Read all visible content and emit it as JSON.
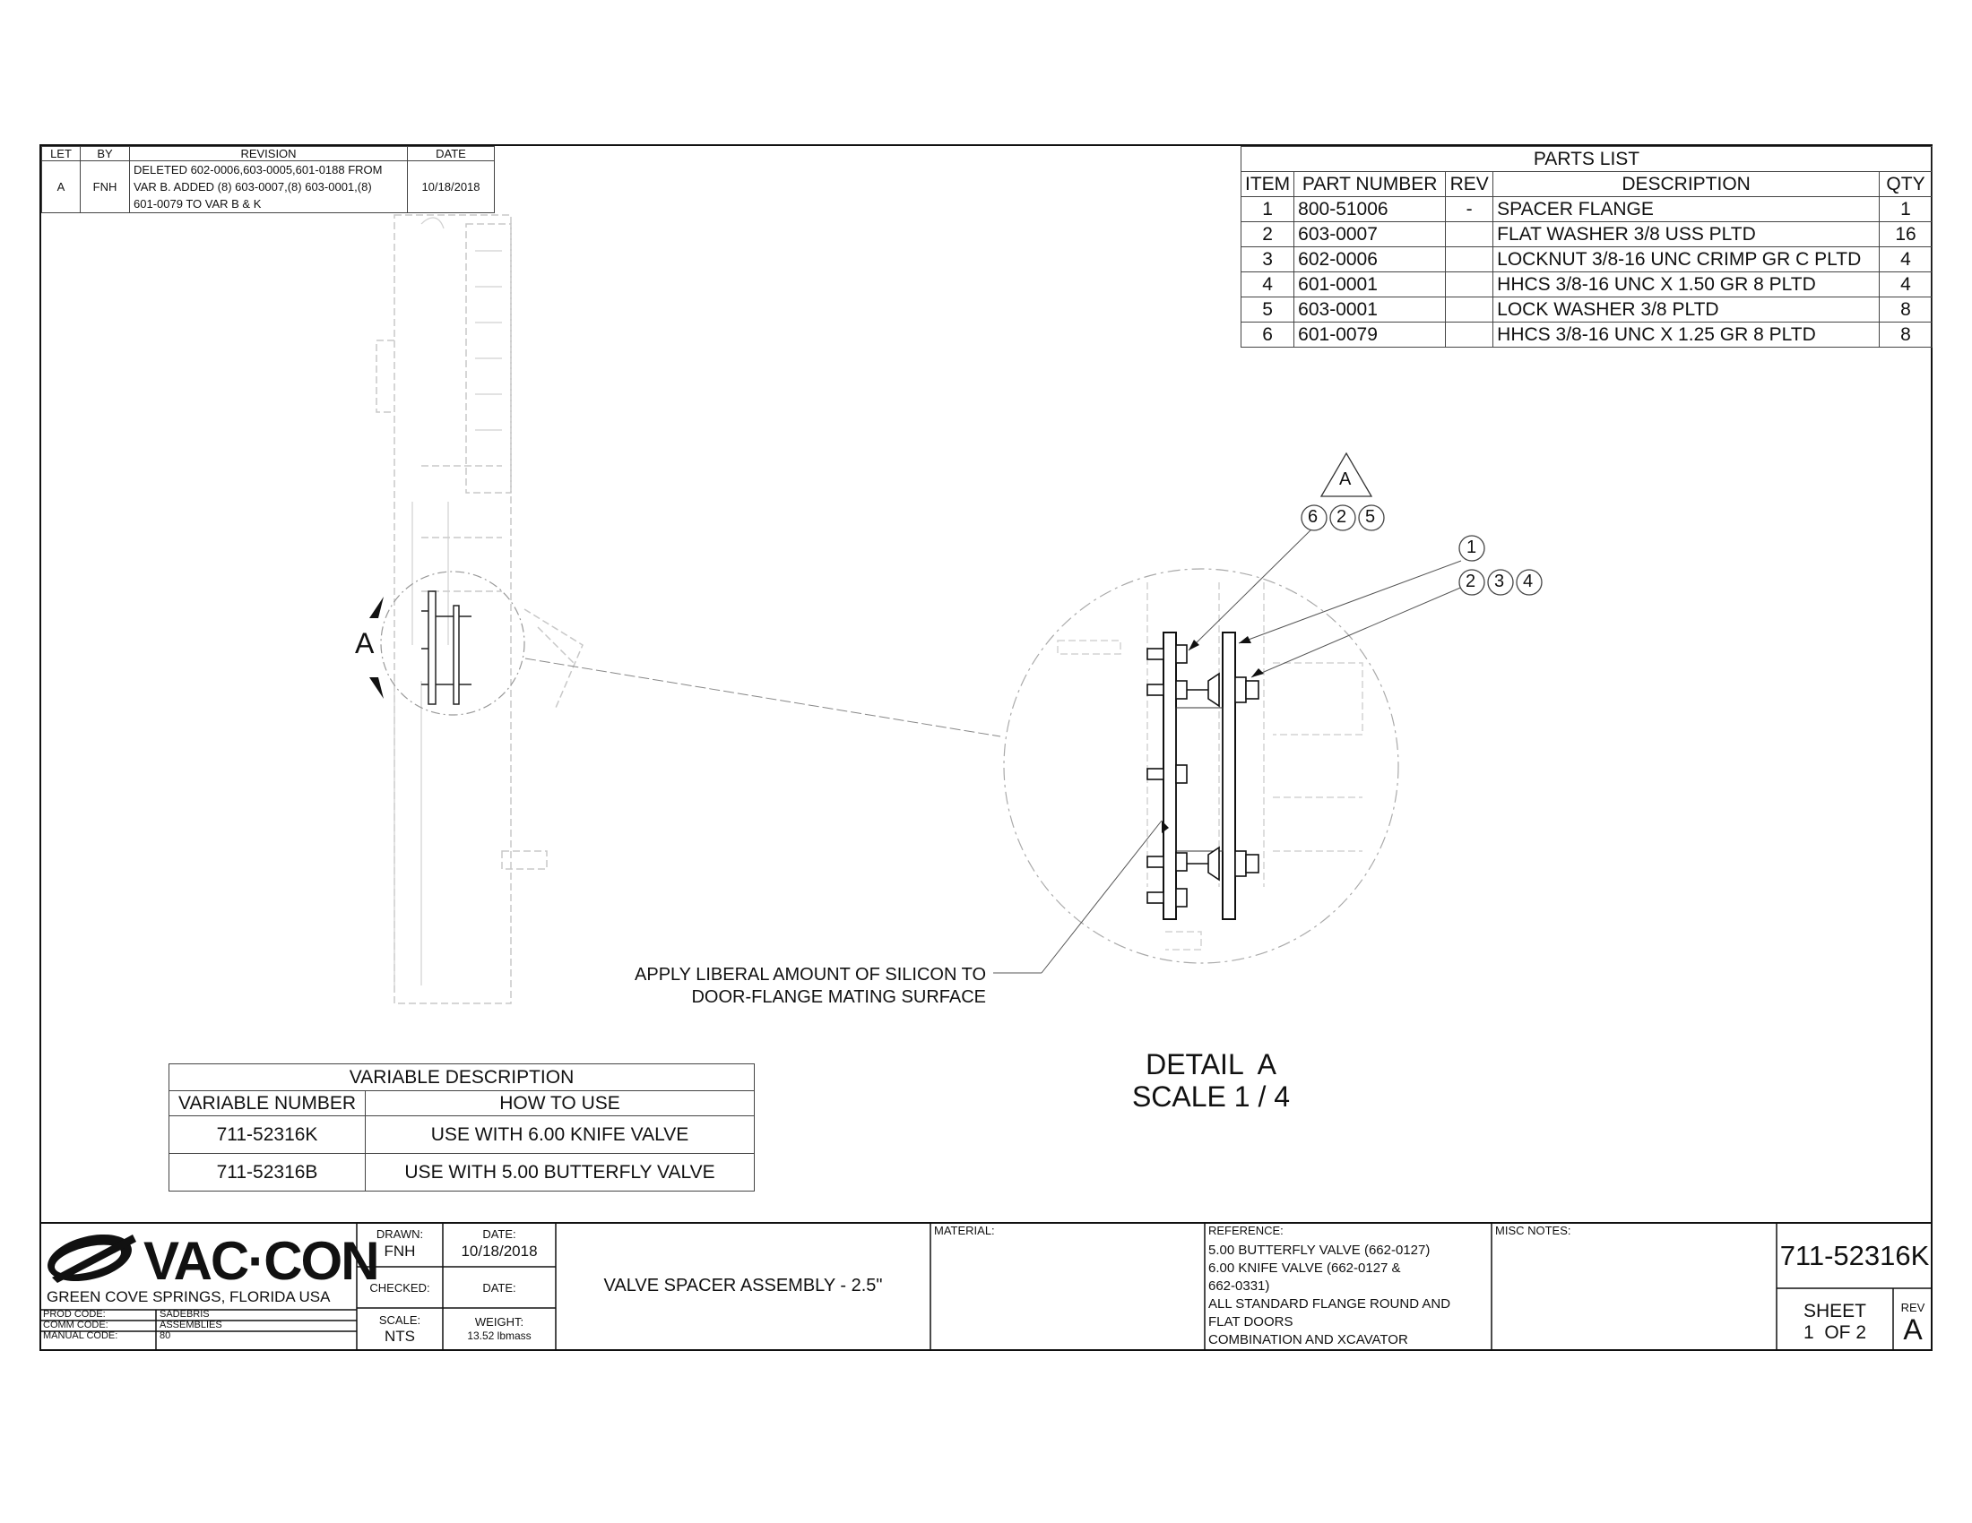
{
  "revision_block": {
    "headers": [
      "LET",
      "BY",
      "REVISION",
      "DATE"
    ],
    "rows": [
      {
        "let": "A",
        "by": "FNH",
        "revision_lines": [
          "DELETED 602-0006,603-0005,601-0188 FROM",
          "VAR B. ADDED (8) 603-0007,(8) 603-0001,(8)",
          "601-0079 TO VAR B & K"
        ],
        "date": "10/18/2018"
      }
    ]
  },
  "parts_list": {
    "title": "PARTS LIST",
    "headers": [
      "ITEM",
      "PART NUMBER",
      "REV",
      "DESCRIPTION",
      "QTY"
    ],
    "rows": [
      {
        "item": "1",
        "part": "800-51006",
        "rev": "-",
        "desc": "SPACER FLANGE",
        "qty": "1"
      },
      {
        "item": "2",
        "part": "603-0007",
        "rev": "",
        "desc": "FLAT WASHER 3/8 USS PLTD",
        "qty": "16"
      },
      {
        "item": "3",
        "part": "602-0006",
        "rev": "",
        "desc": "LOCKNUT 3/8-16 UNC CRIMP GR C PLTD",
        "qty": "4"
      },
      {
        "item": "4",
        "part": "601-0001",
        "rev": "",
        "desc": "HHCS 3/8-16 UNC X 1.50 GR 8 PLTD",
        "qty": "4"
      },
      {
        "item": "5",
        "part": "603-0001",
        "rev": "",
        "desc": "LOCK WASHER 3/8 PLTD",
        "qty": "8"
      },
      {
        "item": "6",
        "part": "601-0079",
        "rev": "",
        "desc": "HHCS 3/8-16 UNC X 1.25 GR 8 PLTD",
        "qty": "8"
      }
    ]
  },
  "drawing": {
    "section_label": "A",
    "detail_flag": "A",
    "balloons_group1": [
      "6",
      "2",
      "5"
    ],
    "balloon_single": "1",
    "balloons_group2": [
      "2",
      "3",
      "4"
    ],
    "note_lines": [
      "APPLY LIBERAL AMOUNT OF SILICON TO",
      "DOOR-FLANGE MATING SURFACE"
    ],
    "detail_title": "DETAIL  A",
    "detail_scale": "SCALE 1 / 4"
  },
  "variable_description": {
    "title": "VARIABLE DESCRIPTION",
    "headers": [
      "VARIABLE NUMBER",
      "HOW TO USE"
    ],
    "rows": [
      {
        "number": "711-52316K",
        "use": "USE WITH 6.00 KNIFE VALVE"
      },
      {
        "number": "711-52316B",
        "use": "USE WITH 5.00 BUTTERFLY VALVE"
      }
    ]
  },
  "title_block": {
    "logo_text": "VAC·CON",
    "location": "GREEN COVE SPRINGS, FLORIDA USA",
    "prod_code_label": "PROD CODE:",
    "prod_code": "SADEBRIS",
    "comm_code_label": "COMM CODE:",
    "comm_code": "ASSEMBLIES",
    "manual_code_label": "MANUAL CODE:",
    "manual_code": "80",
    "drawn_label": "DRAWN:",
    "drawn": "FNH",
    "date_label": "DATE:",
    "date": "10/18/2018",
    "checked_label": "CHECKED:",
    "checked_date_label": "DATE:",
    "scale_label": "SCALE:",
    "scale": "NTS",
    "weight_label": "WEIGHT:",
    "weight": "13.52 lbmass",
    "title": "VALVE SPACER ASSEMBLY - 2.5\"",
    "material_label": "MATERIAL:",
    "reference_label": "REFERENCE:",
    "reference_lines": [
      "5.00 BUTTERFLY VALVE (662-0127)",
      "6.00 KNIFE VALVE (662-0127 &",
      "662-0331)",
      "ALL STANDARD FLANGE ROUND AND",
      "FLAT DOORS",
      "COMBINATION AND XCAVATOR"
    ],
    "misc_label": "MISC NOTES:",
    "part_number": "711-52316K",
    "sheet_label": "SHEET",
    "sheet": "1  OF 2",
    "rev_label": "REV",
    "rev": "A"
  }
}
